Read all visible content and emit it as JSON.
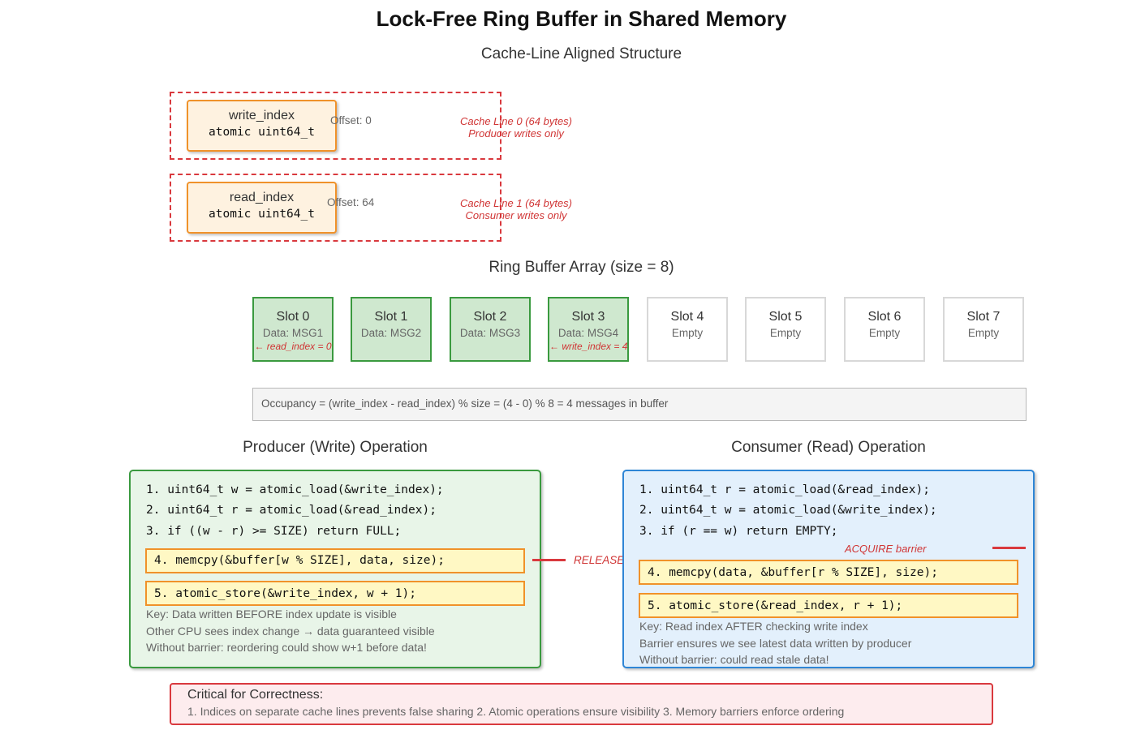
{
  "title": "Lock-Free Ring Buffer in Shared Memory",
  "subtitle": "Cache-Line Aligned Structure",
  "cache_lines": [
    {
      "name": "write_index",
      "type": "atomic uint64_t",
      "offset": "Offset: 0",
      "note1": "Cache Line 0 (64 bytes)",
      "note2": "Producer writes only"
    },
    {
      "name": "read_index",
      "type": "atomic uint64_t",
      "offset": "Offset: 64",
      "note1": "Cache Line 1 (64 bytes)",
      "note2": "Consumer writes only"
    }
  ],
  "ring": {
    "title": "Ring Buffer Array (size = 8)",
    "slots": [
      {
        "name": "Slot 0",
        "data": "Data: MSG1",
        "pointer": "← read_index = 0",
        "filled": true
      },
      {
        "name": "Slot 1",
        "data": "Data: MSG2",
        "pointer": "",
        "filled": true
      },
      {
        "name": "Slot 2",
        "data": "Data: MSG3",
        "pointer": "",
        "filled": true
      },
      {
        "name": "Slot 3",
        "data": "Data: MSG4",
        "pointer": "← write_index = 4",
        "filled": true
      },
      {
        "name": "Slot 4",
        "data": "Empty",
        "pointer": "",
        "filled": false
      },
      {
        "name": "Slot 5",
        "data": "Empty",
        "pointer": "",
        "filled": false
      },
      {
        "name": "Slot 6",
        "data": "Empty",
        "pointer": "",
        "filled": false
      },
      {
        "name": "Slot 7",
        "data": "Empty",
        "pointer": "",
        "filled": false
      }
    ],
    "occupancy": "Occupancy = (write_index - read_index) % size = (4 - 0) % 8 = 4 messages in buffer"
  },
  "producer": {
    "title": "Producer (Write) Operation",
    "line1": "1. uint64_t w = atomic_load(&write_index);",
    "line2": "2. uint64_t r = atomic_load(&read_index);",
    "line3": "3. if ((w - r) >= SIZE) return FULL;",
    "line4": "4. memcpy(&buffer[w % SIZE], data, size);",
    "line5": "5. atomic_store(&write_index, w + 1);",
    "barrier": "RELEASE",
    "key1": "Key: Data written BEFORE index update is visible",
    "key2": "Other CPU sees index change → data guaranteed visible",
    "key3": "Without barrier: reordering could show w+1 before data!"
  },
  "consumer": {
    "title": "Consumer (Read) Operation",
    "line1": "1. uint64_t r = atomic_load(&read_index);",
    "line2": "2. uint64_t w = atomic_load(&write_index);",
    "line3": "3. if (r == w) return EMPTY;",
    "line4": "4. memcpy(data, &buffer[r % SIZE], size);",
    "line5": "5. atomic_store(&read_index, r + 1);",
    "barrier": "ACQUIRE barrier",
    "key1": "Key: Read index AFTER checking write index",
    "key2": "Barrier ensures we see latest data written by producer",
    "key3": "Without barrier: could read stale data!"
  },
  "critical": {
    "title": "Critical for Correctness:",
    "body": "1. Indices on separate cache lines prevents false sharing 2. Atomic operations ensure visibility 3. Memory barriers enforce ordering"
  },
  "colors": {
    "accent_red": "#d9393e",
    "index_orange": "#f0922a",
    "filled_green": "#3a9a3f",
    "producer_green": "#e8f5e8",
    "consumer_blue": "#e3f0fc",
    "consumer_border": "#2e86d6"
  }
}
